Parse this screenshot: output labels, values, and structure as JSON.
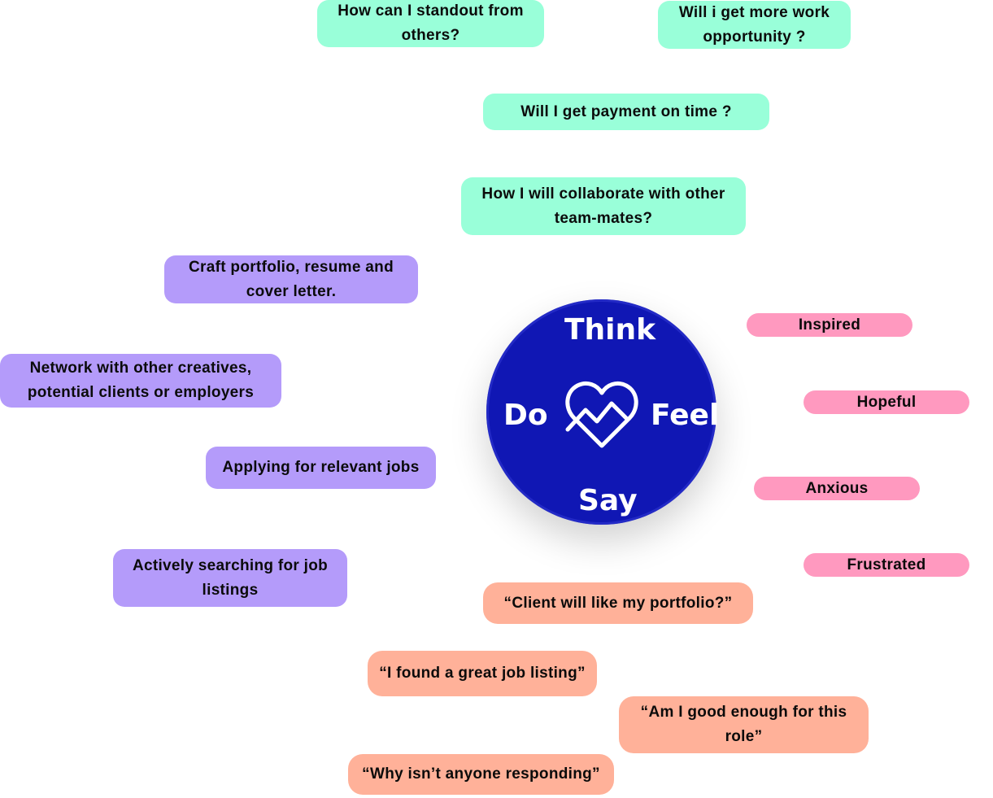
{
  "hub": {
    "think": "Think",
    "do": "Do",
    "feel": "Feel",
    "say": "Say",
    "icon": "heart-pulse-icon"
  },
  "think_notes": [
    "How can I standout from others?",
    "Will i get more work opportunity ?",
    "Will I get payment on time ?",
    "How I will collaborate with other team-mates?"
  ],
  "do_notes": [
    "Craft portfolio, resume and cover letter.",
    "Network with other creatives, potential clients or employers",
    "Applying for relevant jobs",
    "Actively searching for job listings"
  ],
  "feel_notes": [
    "Inspired",
    "Hopeful",
    "Anxious",
    "Frustrated"
  ],
  "say_notes": [
    "“Client will like my portfolio?”",
    "“I found a great job listing”",
    "“Am I good enough for this role”",
    "“Why isn’t anyone responding”"
  ],
  "colors": {
    "think": "#99ffd9",
    "do": "#b49bfa",
    "feel": "#ff99bf",
    "say": "#ffb199",
    "hub": "#1017b4"
  }
}
